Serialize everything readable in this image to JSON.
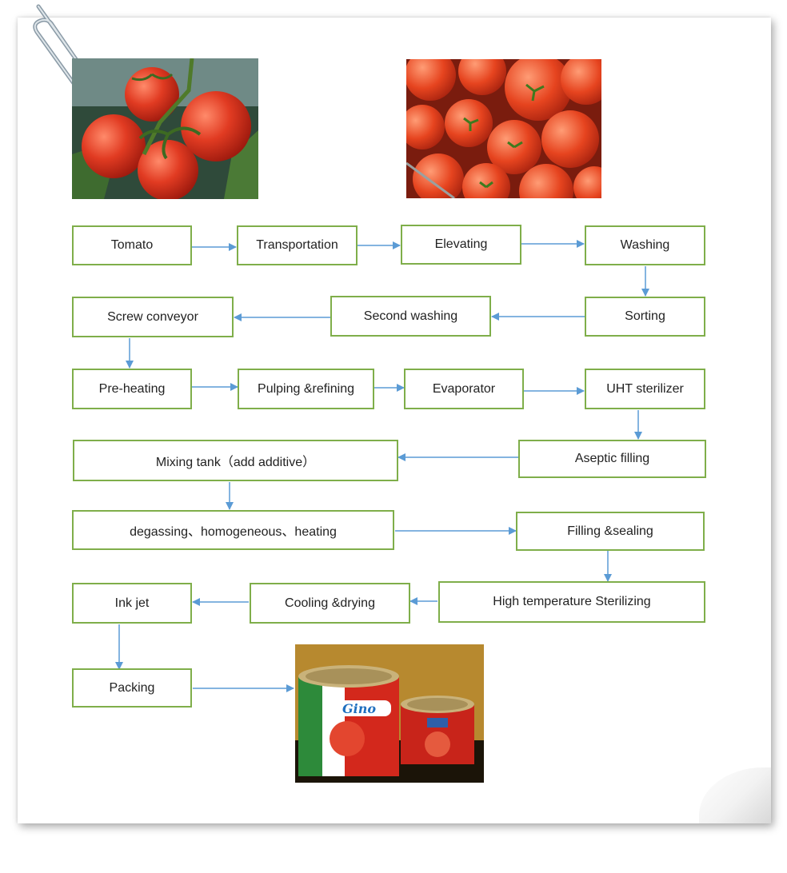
{
  "steps": {
    "tomato": "Tomato",
    "transportation": "Transportation",
    "elevating": "Elevating",
    "washing": "Washing",
    "screw_conveyor": "Screw conveyor",
    "second_washing": "Second washing",
    "sorting": "Sorting",
    "pre_heating": "Pre-heating",
    "pulping_refining": "Pulping &refining",
    "evaporator": "Evaporator",
    "uht_sterilizer": "UHT sterilizer",
    "mixing_tank": "Mixing tank（add additive）",
    "aseptic_filling": "Aseptic filling",
    "degassing": "degassing、homogeneous、heating",
    "filling_sealing": "Filling &sealing",
    "ink_jet": "Ink jet",
    "cooling_drying": "Cooling &drying",
    "high_temp_sterilizing": "High temperature Sterilizing",
    "packing": "Packing"
  },
  "photos": {
    "can_brand": "Gino"
  },
  "colors": {
    "box_border": "#7fae4a",
    "arrow": "#5b9bd5",
    "tomato_red": "#d63a1e"
  }
}
